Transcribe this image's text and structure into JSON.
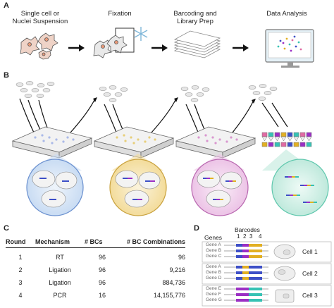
{
  "panels": {
    "a": "A",
    "b": "B",
    "c": "C",
    "d": "D"
  },
  "workflow": [
    {
      "title_line1": "Single cell or",
      "title_line2": "Nuclei Suspension"
    },
    {
      "title_line1": "Fixation",
      "title_line2": ""
    },
    {
      "title_line1": "Barcoding and",
      "title_line2": "Library Prep"
    },
    {
      "title_line1": "Data Analysis",
      "title_line2": ""
    }
  ],
  "rounds_table": {
    "headers": [
      "Round",
      "Mechanism",
      "# BCs",
      "# BC Combinations"
    ],
    "rows": [
      [
        "1",
        "RT",
        "96",
        "96"
      ],
      [
        "2",
        "Ligation",
        "96",
        "9,216"
      ],
      [
        "3",
        "Ligation",
        "96",
        "884,736"
      ],
      [
        "4",
        "PCR",
        "16",
        "14,155,776"
      ]
    ]
  },
  "barcode_schematic": {
    "genes_header": "Genes",
    "barcodes_header": "Barcodes",
    "barcode_numbers": [
      "1",
      "2",
      "3",
      "4"
    ],
    "groups": [
      {
        "genes": [
          "Gene A",
          "Gene B",
          "Gene C"
        ],
        "cell": "Cell 1"
      },
      {
        "genes": [
          "Gene A",
          "Gene B",
          "Gene D"
        ],
        "cell": "Cell 2"
      },
      {
        "genes": [
          "Gene E",
          "Gene F",
          "Gene G"
        ],
        "cell": "Cell 3"
      }
    ]
  },
  "colors": {
    "lens_blue": "#c9dcf3",
    "lens_yellow": "#f3dc9b",
    "lens_pink": "#ecc3e6",
    "lens_teal": "#bfe9dc",
    "bc_blue": "#3d4fc7",
    "bc_purple": "#9b2fc4",
    "bc_yellow": "#e2b023",
    "bc_teal": "#36c2b4"
  }
}
